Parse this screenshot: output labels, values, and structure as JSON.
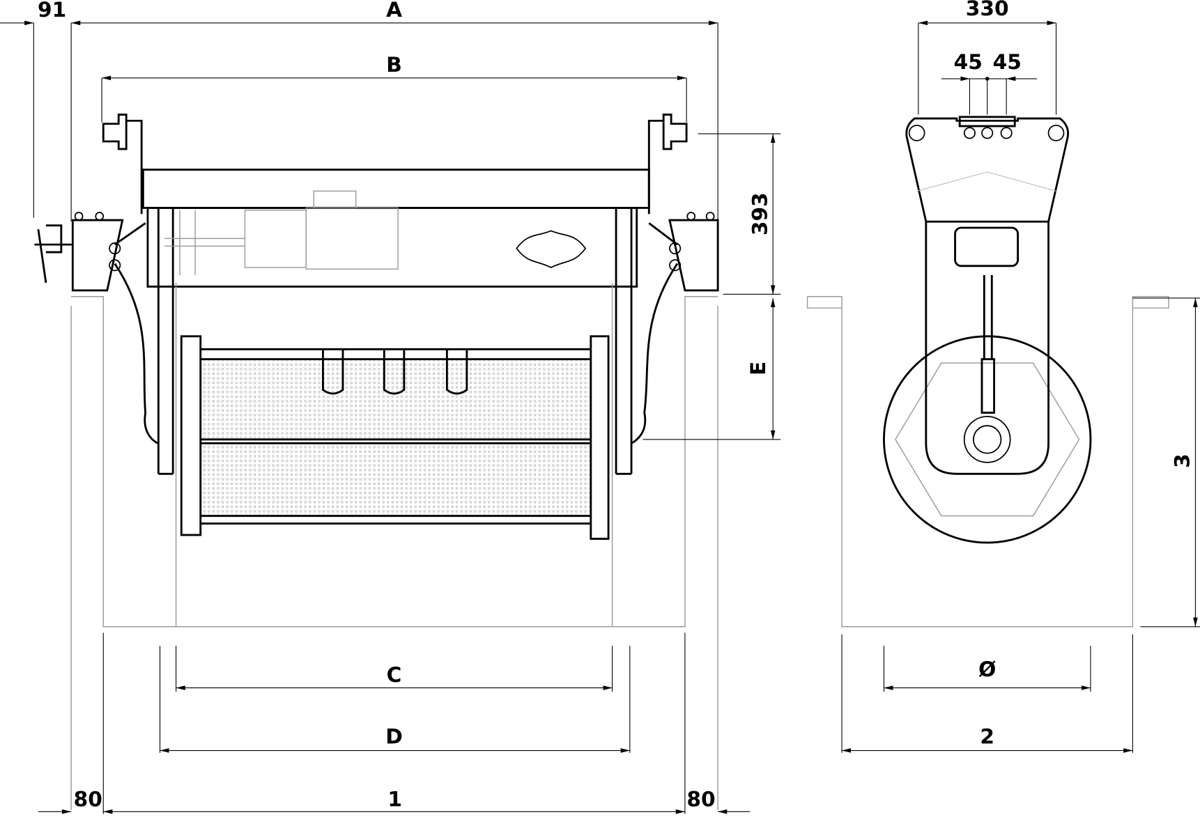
{
  "drawing": {
    "front_view": {
      "dim_overall_width": "A",
      "dim_left_offset": "91",
      "dim_pivot_span": "B",
      "dim_height_above": "393",
      "dim_depth_e": "E",
      "dim_screen_width": "C",
      "dim_frame_width": "D",
      "dim_channel_width": "1",
      "dim_left_ledge": "80",
      "dim_right_ledge": "80"
    },
    "side_view": {
      "dim_plate_width": "330",
      "dim_hole_left": "45",
      "dim_hole_right": "45",
      "dim_channel_depth": "3",
      "dim_diameter": "Ø",
      "dim_channel_width": "2"
    }
  }
}
